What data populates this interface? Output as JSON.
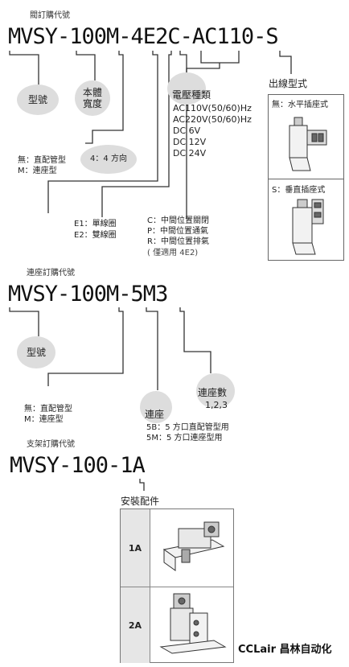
{
  "section1": {
    "title": "閥訂購代號",
    "code": "MVSY-100M-4E2C-AC110-S",
    "circle_model": "型號",
    "circle_body": "本體\n寬度",
    "piping": {
      "line1": "無：直配管型",
      "line2": "M：連座型"
    },
    "direction": "4：4 方向",
    "coil": {
      "line1": "E1：單線圈",
      "line2": "E2：雙線圈"
    },
    "center": {
      "line1": "C：中間位置關閉",
      "line2": "P：中間位置通氣",
      "line3": "R：中間位置排氣",
      "note": "( 僅適用 4E2)"
    },
    "voltage": {
      "title": "電壓種類",
      "v1": "AC110V(50/60)Hz",
      "v2": "AC220V(50/60)Hz",
      "v3": "DC 6V",
      "v4": "DC 12V",
      "v5": "DC 24V"
    },
    "outlet": {
      "title": "出線型式",
      "opt1": "無：水平插座式",
      "opt2": "S：垂直插座式"
    }
  },
  "section2": {
    "title": "連座訂購代號",
    "code": "MVSY-100M-5M3",
    "circle_model": "型號",
    "piping": {
      "line1": "無：直配管型",
      "line2": "M：連座型"
    },
    "base": {
      "title": "連座",
      "line1": "5B：5 方口直配管型用",
      "line2": "5M：5 方口連座型用"
    },
    "count": {
      "title": "連座數",
      "values": "1,2,3"
    }
  },
  "section3": {
    "title": "支架訂購代號",
    "code": "MVSY-100-1A",
    "accessory_title": "安裝配件",
    "rows": [
      {
        "label": "1A"
      },
      {
        "label": "2A"
      }
    ]
  },
  "watermark": "CCLair 昌林自动化",
  "colors": {
    "circle": "#dddddd",
    "line": "#333333"
  }
}
